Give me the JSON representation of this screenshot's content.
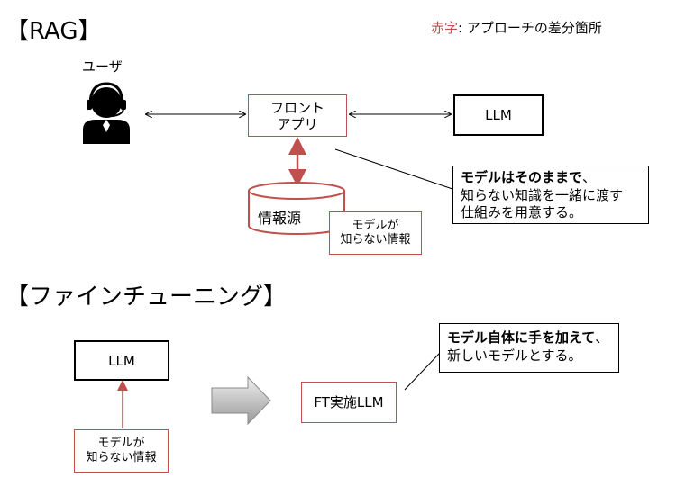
{
  "rag": {
    "heading": "【RAG】",
    "legend": {
      "red_label": "赤字",
      "text": ": アプローチの差分箇所"
    },
    "user_label": "ユーザ",
    "front_app": {
      "line1": "フロント",
      "line2": "アプリ"
    },
    "llm": "LLM",
    "info_source": "情報源",
    "note": {
      "line1": "モデルが",
      "line2": "知らない情報"
    },
    "callout": {
      "line1_bold": "モデルはそのままで",
      "line1_rest": "、",
      "line2": "知らない知識を一緒に渡す",
      "line3": "仕組みを用意する。"
    }
  },
  "ft": {
    "heading": "【ファインチューニング】",
    "llm": "LLM",
    "note": {
      "line1": "モデルが",
      "line2": "知らない情報"
    },
    "ft_llm": "FT実施LLM",
    "callout": {
      "line1_bold": "モデル自体に手を加えて",
      "line1_rest": "、",
      "line2": "新しいモデルとする。"
    }
  },
  "colors": {
    "accent_red": "#c0504d",
    "arrow_gray": "#a6a6a6"
  },
  "icons": [
    "user-headset-icon",
    "cylinder-db-icon",
    "block-arrow-right-icon"
  ]
}
